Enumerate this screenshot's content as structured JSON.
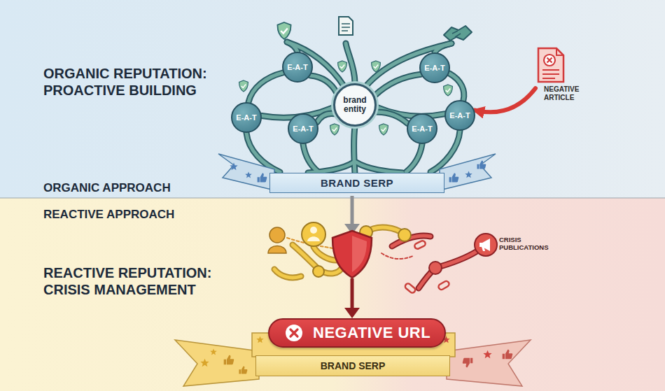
{
  "diagram": {
    "nodes": [
      {
        "text": [
          "E-A-T"
        ]
      },
      {
        "text": [
          "E-A-T"
        ]
      },
      {
        "text": [
          "NEGATIVE ARTICLE"
        ]
      },
      {
        "text": [
          "brand entity"
        ]
      },
      {
        "text": [
          "E-A-T"
        ]
      },
      {
        "text": [
          "E-A-T"
        ]
      },
      {
        "text": [
          "E-A-T"
        ]
      },
      {
        "text": [
          "E-A-T"
        ]
      },
      {
        "text": [
          "BRAND SERP"
        ]
      },
      {
        "text": [
          "CRISIS PUBLICATIONS"
        ]
      },
      {
        "text": [
          "NEGATIVE URL"
        ]
      },
      {
        "text": [
          "BRAND SERP"
        ]
      }
    ],
    "edges": [
      {
        "from": 3,
        "to": 0,
        "arrow": "none"
      },
      {
        "from": 3,
        "to": 1,
        "arrow": "none"
      },
      {
        "from": 3,
        "to": 4,
        "arrow": "none"
      },
      {
        "from": 3,
        "to": 5,
        "arrow": "none"
      },
      {
        "from": 3,
        "to": 6,
        "arrow": "none"
      },
      {
        "from": 3,
        "to": 7,
        "arrow": "none"
      },
      {
        "from": 2,
        "to": 5,
        "arrow": "to"
      }
    ],
    "labels": [
      "ORGANIC REPUTATION: PROACTIVE BUILDING",
      "ORGANIC APPROACH",
      "REACTIVE APPROACH",
      "REACTIVE REPUTATION: CRISIS MANAGEMENT"
    ]
  }
}
